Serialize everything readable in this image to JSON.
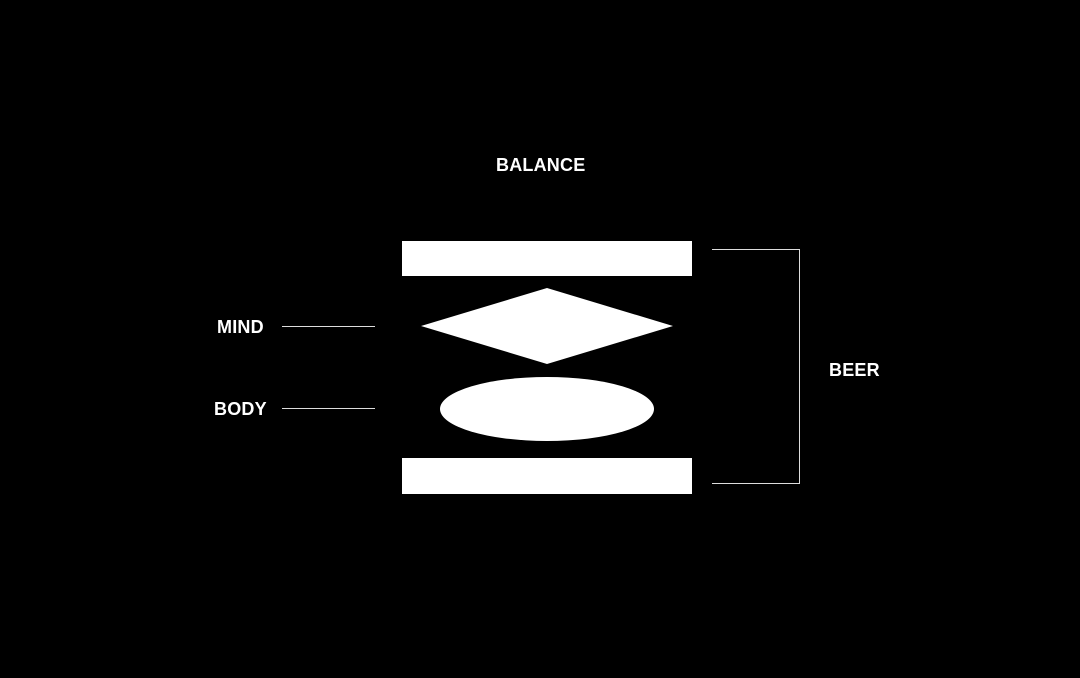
{
  "diagram": {
    "title": "BALANCE",
    "labels": {
      "mind": "MIND",
      "body": "BODY",
      "beer": "BEER"
    },
    "colors": {
      "background": "#000000",
      "foreground": "#ffffff",
      "line": "#dddddd"
    }
  }
}
